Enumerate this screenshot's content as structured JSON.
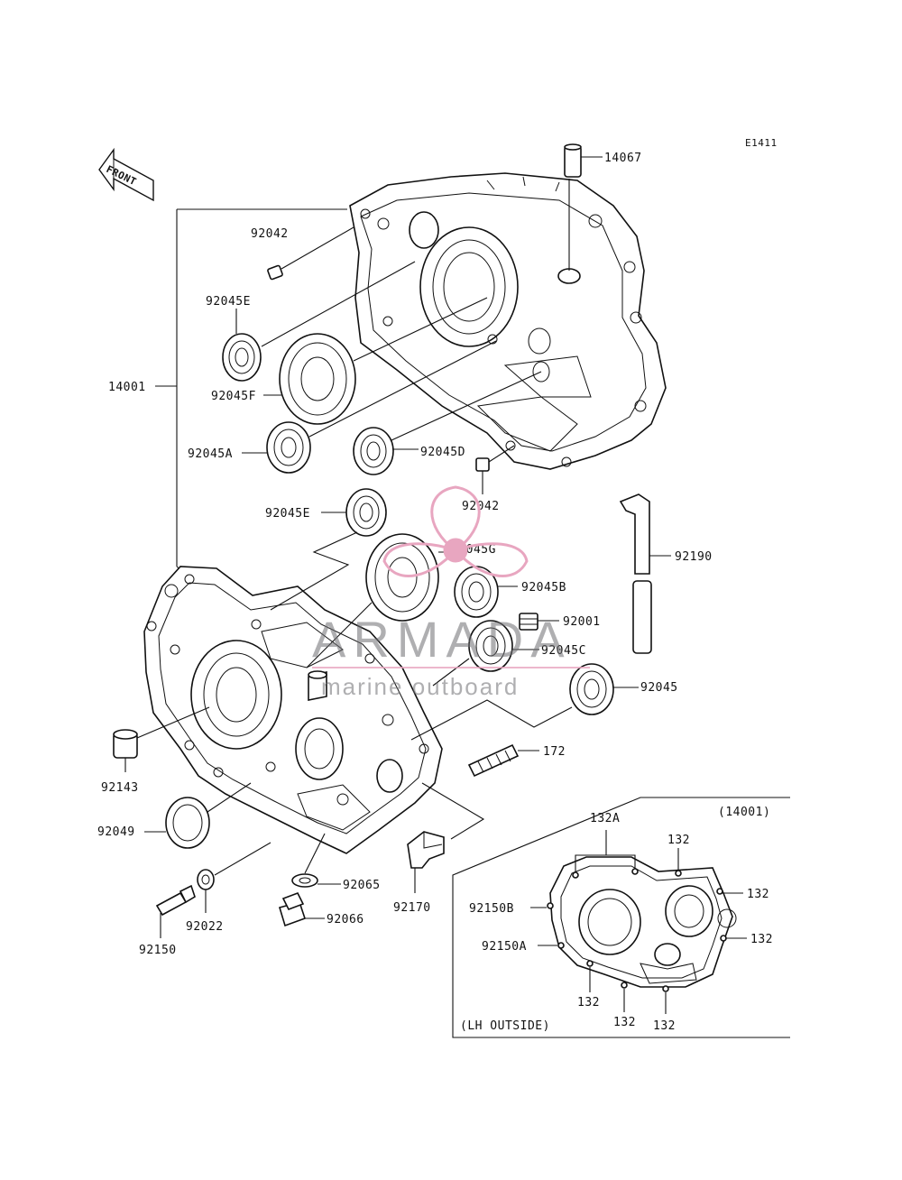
{
  "diagram": {
    "ref_code": "E1411",
    "front_arrow_text": "FRONT",
    "inset_title": "(14001)",
    "inset_caption": "(LH OUTSIDE)"
  },
  "labels": {
    "p14067": "14067",
    "p92042_top": "92042",
    "p92045E_top": "92045E",
    "p14001": "14001",
    "p92045F": "92045F",
    "p92045A": "92045A",
    "p92045D": "92045D",
    "p92042_mid": "92042",
    "p92045E_mid": "92045E",
    "p92045G": "92045G",
    "p92190": "92190",
    "p92045B": "92045B",
    "p92001": "92001",
    "p92045C": "92045C",
    "p92045": "92045",
    "p92143": "92143",
    "p172": "172",
    "p92049": "92049",
    "p92065": "92065",
    "p92170": "92170",
    "p92022": "92022",
    "p92066": "92066",
    "p92150": "92150",
    "i132A": "132A",
    "i132_a": "132",
    "i132_b": "132",
    "i132_c": "132",
    "i92150B": "92150B",
    "i92150A": "92150A",
    "i132_d": "132",
    "i132_e": "132",
    "i132_f": "132"
  },
  "watermark": {
    "brand": "ARMADA",
    "tagline": "marine outboard",
    "accent_color": "#e8a6c0"
  }
}
